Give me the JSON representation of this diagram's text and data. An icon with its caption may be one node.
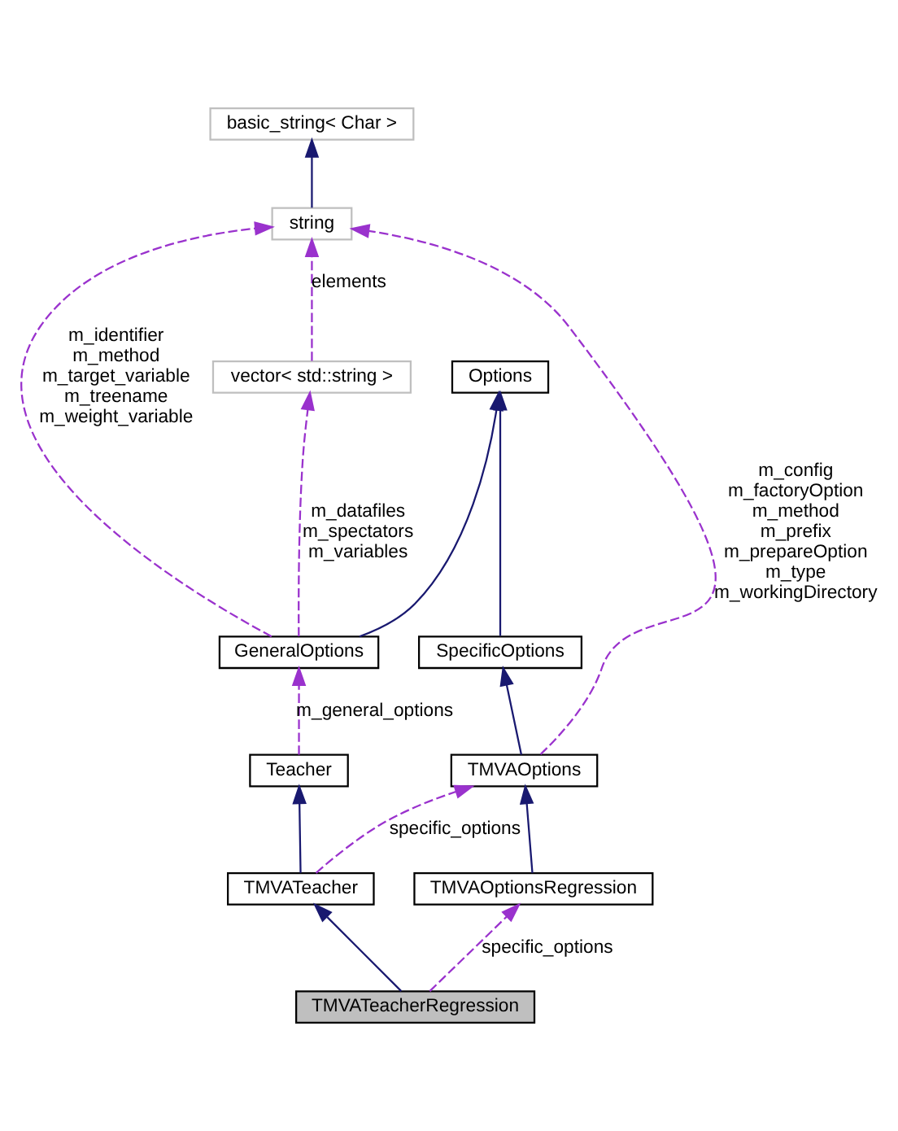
{
  "diagram": {
    "nodes": [
      {
        "text": [
          "basic_string< Char >"
        ]
      },
      {
        "text": [
          "string"
        ]
      },
      {
        "text": [
          "vector< std::string >"
        ]
      },
      {
        "text": [
          "Options"
        ]
      },
      {
        "text": [
          "GeneralOptions"
        ]
      },
      {
        "text": [
          "SpecificOptions"
        ]
      },
      {
        "text": [
          "Teacher"
        ]
      },
      {
        "text": [
          "TMVAOptions"
        ]
      },
      {
        "text": [
          "TMVATeacher"
        ]
      },
      {
        "text": [
          "TMVAOptionsRegression"
        ]
      },
      {
        "text": [
          "TMVATeacherRegression"
        ]
      }
    ],
    "edges": [
      {
        "from": 1,
        "to": 0,
        "arrow": "to"
      },
      {
        "from": 2,
        "to": 1,
        "arrow": "to",
        "label": "elements",
        "style": "dashed",
        "color": "#9a32cd"
      },
      {
        "from": 4,
        "to": 1,
        "arrow": "to",
        "label": "m_identifier m_method m_target_variable m_treename m_weight_variable",
        "style": "dashed",
        "color": "#9a32cd"
      },
      {
        "from": 7,
        "to": 1,
        "arrow": "to",
        "label": "m_config m_factoryOption m_method m_prefix m_prepareOption m_type m_workingDirectory",
        "style": "dashed",
        "color": "#9a32cd"
      },
      {
        "from": 4,
        "to": 2,
        "arrow": "to",
        "label": "m_datafiles m_spectators m_variables",
        "style": "dashed",
        "color": "#9a32cd"
      },
      {
        "from": 4,
        "to": 3,
        "arrow": "to"
      },
      {
        "from": 5,
        "to": 3,
        "arrow": "to"
      },
      {
        "from": 6,
        "to": 4,
        "arrow": "to",
        "label": "m_general_options",
        "style": "dashed",
        "color": "#9a32cd"
      },
      {
        "from": 7,
        "to": 5,
        "arrow": "to"
      },
      {
        "from": 8,
        "to": 6,
        "arrow": "to"
      },
      {
        "from": 8,
        "to": 7,
        "arrow": "to",
        "label": "specific_options",
        "style": "dashed",
        "color": "#9a32cd"
      },
      {
        "from": 9,
        "to": 7,
        "arrow": "to"
      },
      {
        "from": 10,
        "to": 8,
        "arrow": "to"
      },
      {
        "from": 10,
        "to": 9,
        "arrow": "to",
        "label": "specific_options",
        "style": "dashed",
        "color": "#9a32cd"
      }
    ]
  }
}
